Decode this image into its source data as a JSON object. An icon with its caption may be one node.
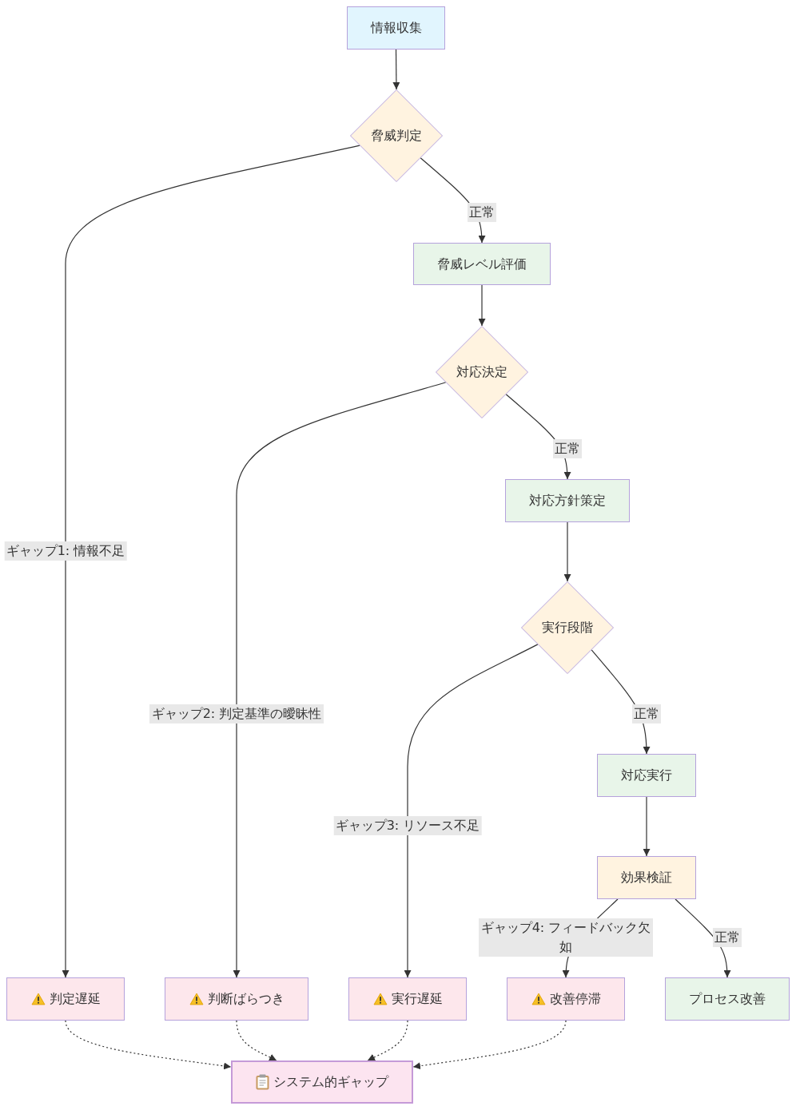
{
  "diagram": {
    "nodes": [
      {
        "text": [
          "情報収集"
        ]
      },
      {
        "text": [
          "脅威判定"
        ]
      },
      {
        "text": [
          "脅威レベル評価"
        ]
      },
      {
        "text": [
          "対応決定"
        ]
      },
      {
        "text": [
          "対応方針策定"
        ]
      },
      {
        "text": [
          "実行段階"
        ]
      },
      {
        "text": [
          "対応実行"
        ]
      },
      {
        "text": [
          "効果検証"
        ]
      },
      {
        "text": [
          "判定遅延"
        ]
      },
      {
        "text": [
          "判断ばらつき"
        ]
      },
      {
        "text": [
          "実行遅延"
        ]
      },
      {
        "text": [
          "改善停滞"
        ]
      },
      {
        "text": [
          "プロセス改善"
        ]
      },
      {
        "text": [
          "システム的ギャップ"
        ]
      }
    ],
    "edges": [
      {
        "from": 0,
        "to": 1,
        "arrow": "to"
      },
      {
        "from": 1,
        "to": 2,
        "arrow": "to",
        "label": "正常"
      },
      {
        "from": 1,
        "to": 8,
        "arrow": "to",
        "label": "ギャップ1: 情報不足"
      },
      {
        "from": 2,
        "to": 3,
        "arrow": "to"
      },
      {
        "from": 3,
        "to": 4,
        "arrow": "to",
        "label": "正常"
      },
      {
        "from": 3,
        "to": 9,
        "arrow": "to",
        "label": "ギャップ2: 判定基準の曖昧性"
      },
      {
        "from": 4,
        "to": 5,
        "arrow": "to"
      },
      {
        "from": 5,
        "to": 6,
        "arrow": "to",
        "label": "正常"
      },
      {
        "from": 5,
        "to": 10,
        "arrow": "to",
        "label": "ギャップ3: リソース不足"
      },
      {
        "from": 6,
        "to": 7,
        "arrow": "to"
      },
      {
        "from": 7,
        "to": 11,
        "arrow": "to",
        "label": "ギャップ4: フィードバック欠如"
      },
      {
        "from": 7,
        "to": 12,
        "arrow": "to",
        "label": "正常"
      },
      {
        "from": 8,
        "to": 13,
        "arrow": "to",
        "style": "dashed"
      },
      {
        "from": 9,
        "to": 13,
        "arrow": "to",
        "style": "dashed"
      },
      {
        "from": 10,
        "to": 13,
        "arrow": "to",
        "style": "dashed"
      },
      {
        "from": 11,
        "to": 13,
        "arrow": "to",
        "style": "dashed"
      }
    ]
  }
}
